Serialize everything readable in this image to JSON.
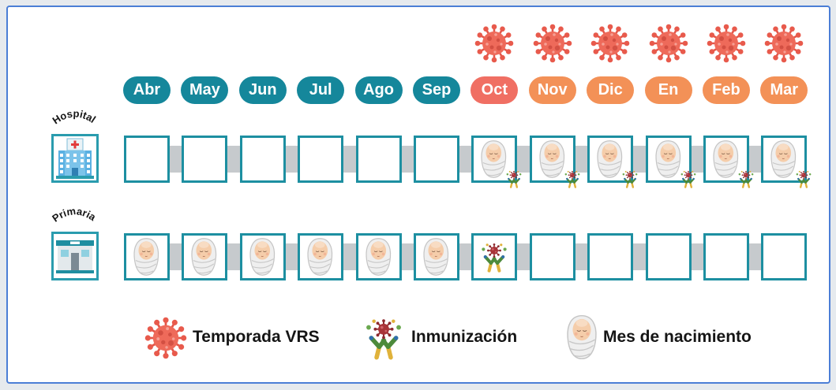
{
  "months": [
    {
      "label": "Abr",
      "color": "#15879b",
      "rsv_season": false
    },
    {
      "label": "May",
      "color": "#15879b",
      "rsv_season": false
    },
    {
      "label": "Jun",
      "color": "#15879b",
      "rsv_season": false
    },
    {
      "label": "Jul",
      "color": "#15879b",
      "rsv_season": false
    },
    {
      "label": "Ago",
      "color": "#15879b",
      "rsv_season": false
    },
    {
      "label": "Sep",
      "color": "#15879b",
      "rsv_season": false
    },
    {
      "label": "Oct",
      "color": "#f06f63",
      "rsv_season": true
    },
    {
      "label": "Nov",
      "color": "#f39157",
      "rsv_season": true
    },
    {
      "label": "Dic",
      "color": "#f39157",
      "rsv_season": true
    },
    {
      "label": "En",
      "color": "#f39157",
      "rsv_season": true
    },
    {
      "label": "Feb",
      "color": "#f39157",
      "rsv_season": true
    },
    {
      "label": "Mar",
      "color": "#f39157",
      "rsv_season": true
    }
  ],
  "rows": [
    {
      "label": "Hospital",
      "icon": "hospital-icon",
      "cells": [
        {
          "birth": false,
          "immunization": false
        },
        {
          "birth": false,
          "immunization": false
        },
        {
          "birth": false,
          "immunization": false
        },
        {
          "birth": false,
          "immunization": false
        },
        {
          "birth": false,
          "immunization": false
        },
        {
          "birth": false,
          "immunization": false
        },
        {
          "birth": true,
          "immunization": true
        },
        {
          "birth": true,
          "immunization": true
        },
        {
          "birth": true,
          "immunization": true
        },
        {
          "birth": true,
          "immunization": true
        },
        {
          "birth": true,
          "immunization": true
        },
        {
          "birth": true,
          "immunization": true
        }
      ]
    },
    {
      "label": "Primaria",
      "icon": "primary-care-icon",
      "cells": [
        {
          "birth": true,
          "immunization": false
        },
        {
          "birth": true,
          "immunization": false
        },
        {
          "birth": true,
          "immunization": false
        },
        {
          "birth": true,
          "immunization": false
        },
        {
          "birth": true,
          "immunization": false
        },
        {
          "birth": true,
          "immunization": false
        },
        {
          "birth": false,
          "immunization": true
        },
        {
          "birth": false,
          "immunization": false
        },
        {
          "birth": false,
          "immunization": false
        },
        {
          "birth": false,
          "immunization": false
        },
        {
          "birth": false,
          "immunization": false
        },
        {
          "birth": false,
          "immunization": false
        }
      ]
    }
  ],
  "legend": [
    {
      "icon": "virus-icon",
      "label": "Temporada VRS"
    },
    {
      "icon": "immunization-icon",
      "label": "Inmunización"
    },
    {
      "icon": "baby-icon",
      "label": "Mes de nacimiento"
    }
  ],
  "colors": {
    "cell_border": "#1d8fa1",
    "panel_border": "#4b7ed6",
    "band": "#c6cacd"
  }
}
